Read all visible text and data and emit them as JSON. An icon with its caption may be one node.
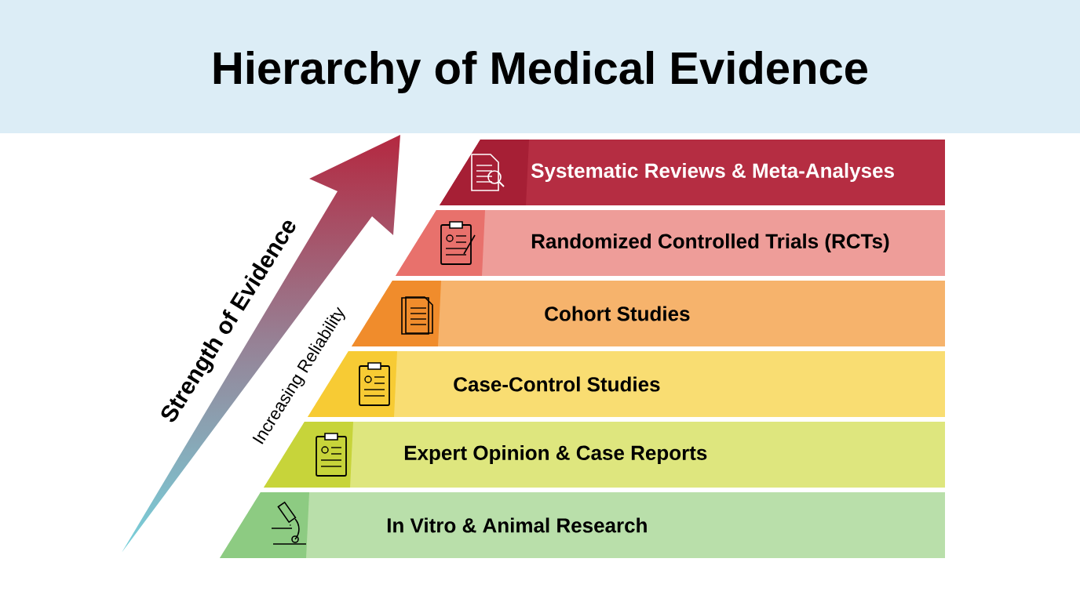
{
  "diagram": {
    "title": "Hierarchy of Medical Evidence",
    "nodes": [
      {
        "text": [
          "Systematic Reviews & Meta-Analyses"
        ]
      },
      {
        "text": [
          "Randomized Controlled Trials (RCTs)"
        ]
      },
      {
        "text": [
          "Cohort Studies"
        ]
      },
      {
        "text": [
          "Case-Control Studies"
        ]
      },
      {
        "text": [
          "Expert Opinion & Case Reports"
        ]
      },
      {
        "text": [
          "In Vitro & Animal Research"
        ]
      }
    ],
    "labels": [
      "Strength of Evidence",
      "Increasing Reliability"
    ]
  }
}
